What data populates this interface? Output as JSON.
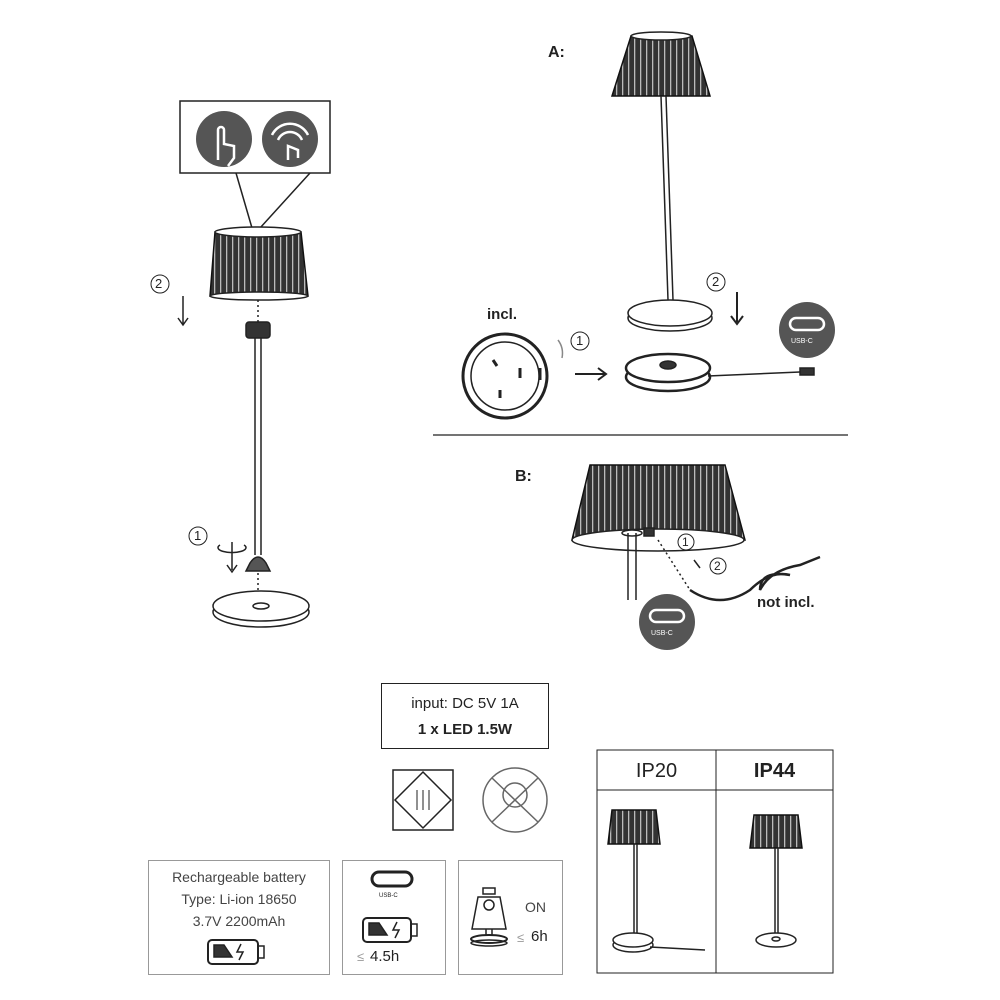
{
  "section_a": {
    "label": "A:",
    "included_label": "incl.",
    "step1": "1",
    "step2": "2",
    "usb_label": "USB-C"
  },
  "section_b": {
    "label": "B:",
    "not_included_label": "not incl.",
    "step1": "1",
    "step2": "2",
    "usb_label": "USB-C"
  },
  "assembly": {
    "step1": "1",
    "step2": "2"
  },
  "specs": {
    "input": "input: DC 5V 1A",
    "led": "1 x LED 1.5W"
  },
  "battery": {
    "title": "Rechargeable battery",
    "type": "Type: Li-ion 18650",
    "rating": "3.7V 2200mAh"
  },
  "charging": {
    "usb_label": "USB-C",
    "time": "4.5h",
    "prefix": "≤"
  },
  "runtime": {
    "state": "ON",
    "time": "6h",
    "prefix": "≤"
  },
  "ip_table": {
    "headers": [
      "IP20",
      "IP44"
    ]
  },
  "colors": {
    "line": "#222222",
    "icon_bg": "#555555"
  }
}
